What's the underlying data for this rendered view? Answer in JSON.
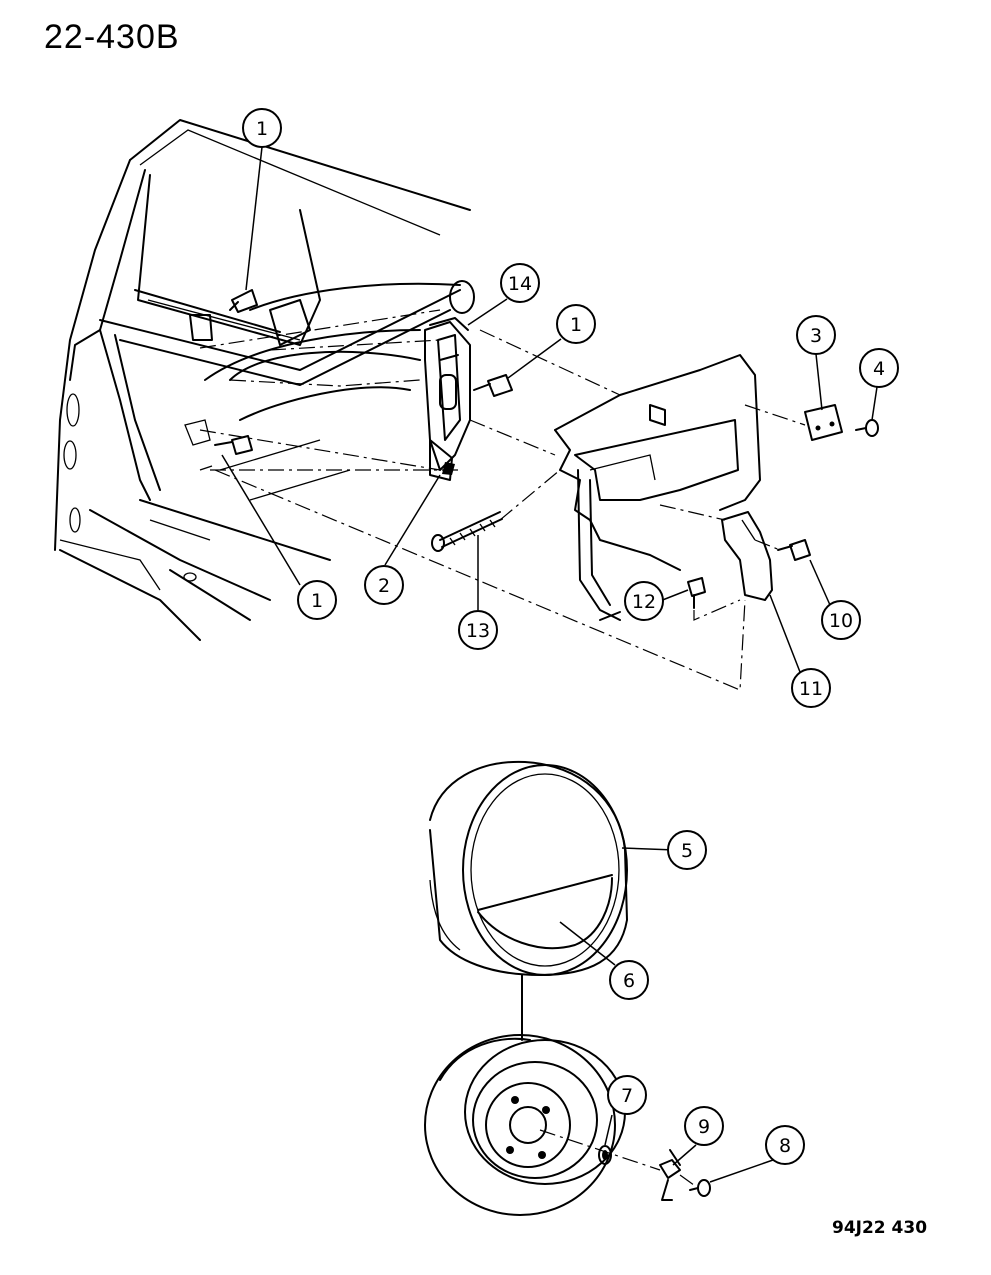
{
  "diagram": {
    "title": "22-430B",
    "figure_code": "94J22 430"
  },
  "callouts": [
    {
      "id": "c1a",
      "label": "1"
    },
    {
      "id": "c14",
      "label": "14"
    },
    {
      "id": "c1b",
      "label": "1"
    },
    {
      "id": "c3",
      "label": "3"
    },
    {
      "id": "c4",
      "label": "4"
    },
    {
      "id": "c1c",
      "label": "1"
    },
    {
      "id": "c2",
      "label": "2"
    },
    {
      "id": "c13",
      "label": "13"
    },
    {
      "id": "c12",
      "label": "12"
    },
    {
      "id": "c10",
      "label": "10"
    },
    {
      "id": "c11",
      "label": "11"
    },
    {
      "id": "c5",
      "label": "5"
    },
    {
      "id": "c6",
      "label": "6"
    },
    {
      "id": "c7",
      "label": "7"
    },
    {
      "id": "c9",
      "label": "9"
    },
    {
      "id": "c8",
      "label": "8"
    }
  ]
}
